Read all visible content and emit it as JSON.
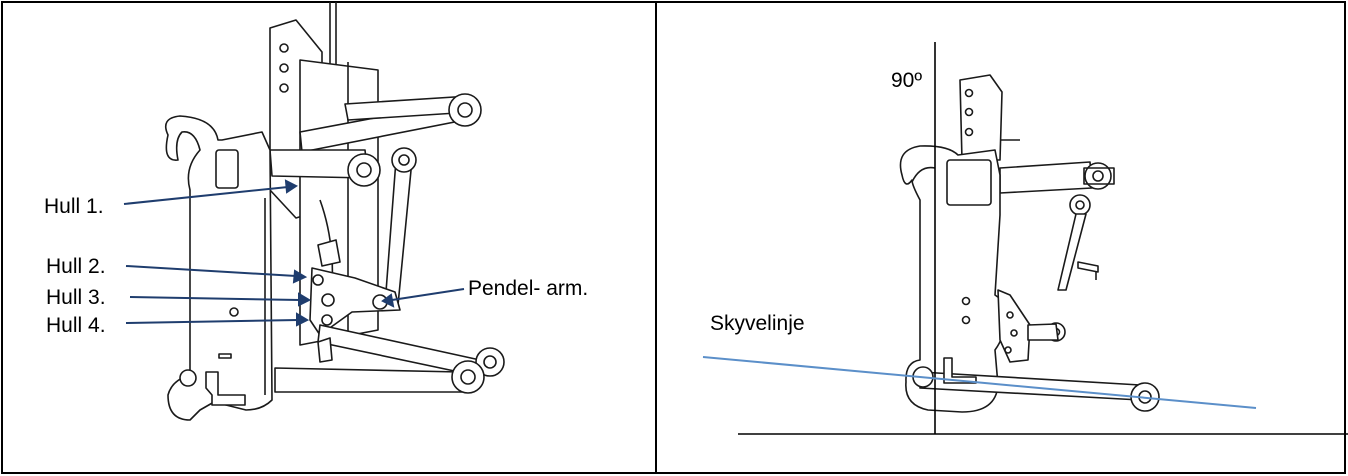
{
  "left_panel": {
    "labels": {
      "hull1": "Hull 1.",
      "hull2": "Hull 2.",
      "hull3": "Hull 3.",
      "hull4": "Hull 4.",
      "pendel_arm": "Pendel- arm."
    }
  },
  "right_panel": {
    "angle_label": "90º",
    "thrust_line_label": "Skyvelinje"
  },
  "colors": {
    "leader_line": "#1f3d6e",
    "thrust_line": "#5b8fc9",
    "drawing": "#1a1a1a"
  }
}
